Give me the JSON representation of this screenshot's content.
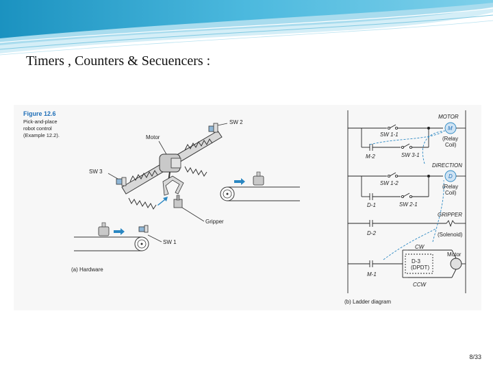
{
  "slide": {
    "title": "Timers , Counters & Secuencers :",
    "page_number": "8/33"
  },
  "figure": {
    "caption_label": "Figure 12.6",
    "caption_line1": "Pick-and-place",
    "caption_line2": "robot control",
    "caption_line3": "(Example 12.2).",
    "hardware": {
      "sw2": "SW 2",
      "motor": "Motor",
      "sw3": "SW 3",
      "gripper": "Gripper",
      "sw1": "SW 1",
      "sub_caption": "(a)  Hardware"
    },
    "ladder": {
      "motor_title": "MOTOR",
      "coil_m": "M",
      "relay_coil_1a": "(Relay",
      "relay_coil_1b": "Coil)",
      "sw1_1": "SW 1-1",
      "sw3_1": "SW 3-1",
      "m2": "M-2",
      "direction_title": "DIRECTION",
      "coil_d": "D",
      "relay_coil_2a": "(Relay",
      "relay_coil_2b": "Coil)",
      "sw1_2": "SW 1-2",
      "d1": "D-1",
      "sw2_1": "SW 2-1",
      "gripper_title": "GRIPPER",
      "solenoid": "(Solenoid)",
      "d2": "D-2",
      "cw": "CW",
      "d3a": "D-3",
      "d3b": "(DPDT)",
      "motor_label": "Motor",
      "m1": "M-1",
      "ccw": "CCW",
      "sub_caption": "(b)  Ladder diagram"
    }
  },
  "colors": {
    "banner_main": "#5cc0de",
    "banner_light": "#bfe6f2",
    "caption_label": "#1f6fb8",
    "arrow": "#2a87c2",
    "figure_bg": "#f7f7f7"
  }
}
